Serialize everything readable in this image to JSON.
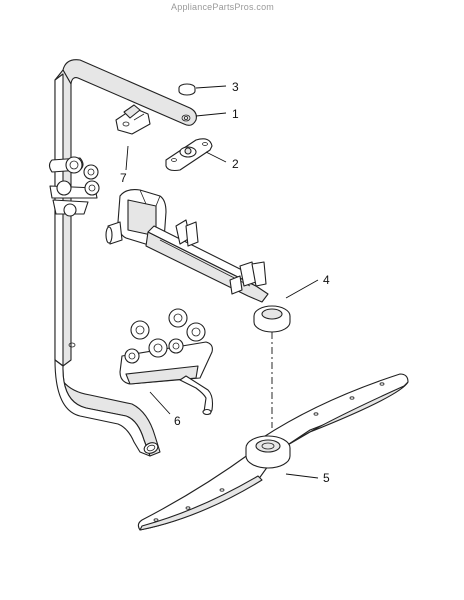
{
  "watermark": "AppliancePartsPros.com",
  "callouts": [
    {
      "id": "3",
      "label": "3"
    },
    {
      "id": "1",
      "label": "1"
    },
    {
      "id": "2",
      "label": "2"
    },
    {
      "id": "7",
      "label": "7"
    },
    {
      "id": "4",
      "label": "4"
    },
    {
      "id": "6",
      "label": "6"
    },
    {
      "id": "5",
      "label": "5"
    }
  ]
}
